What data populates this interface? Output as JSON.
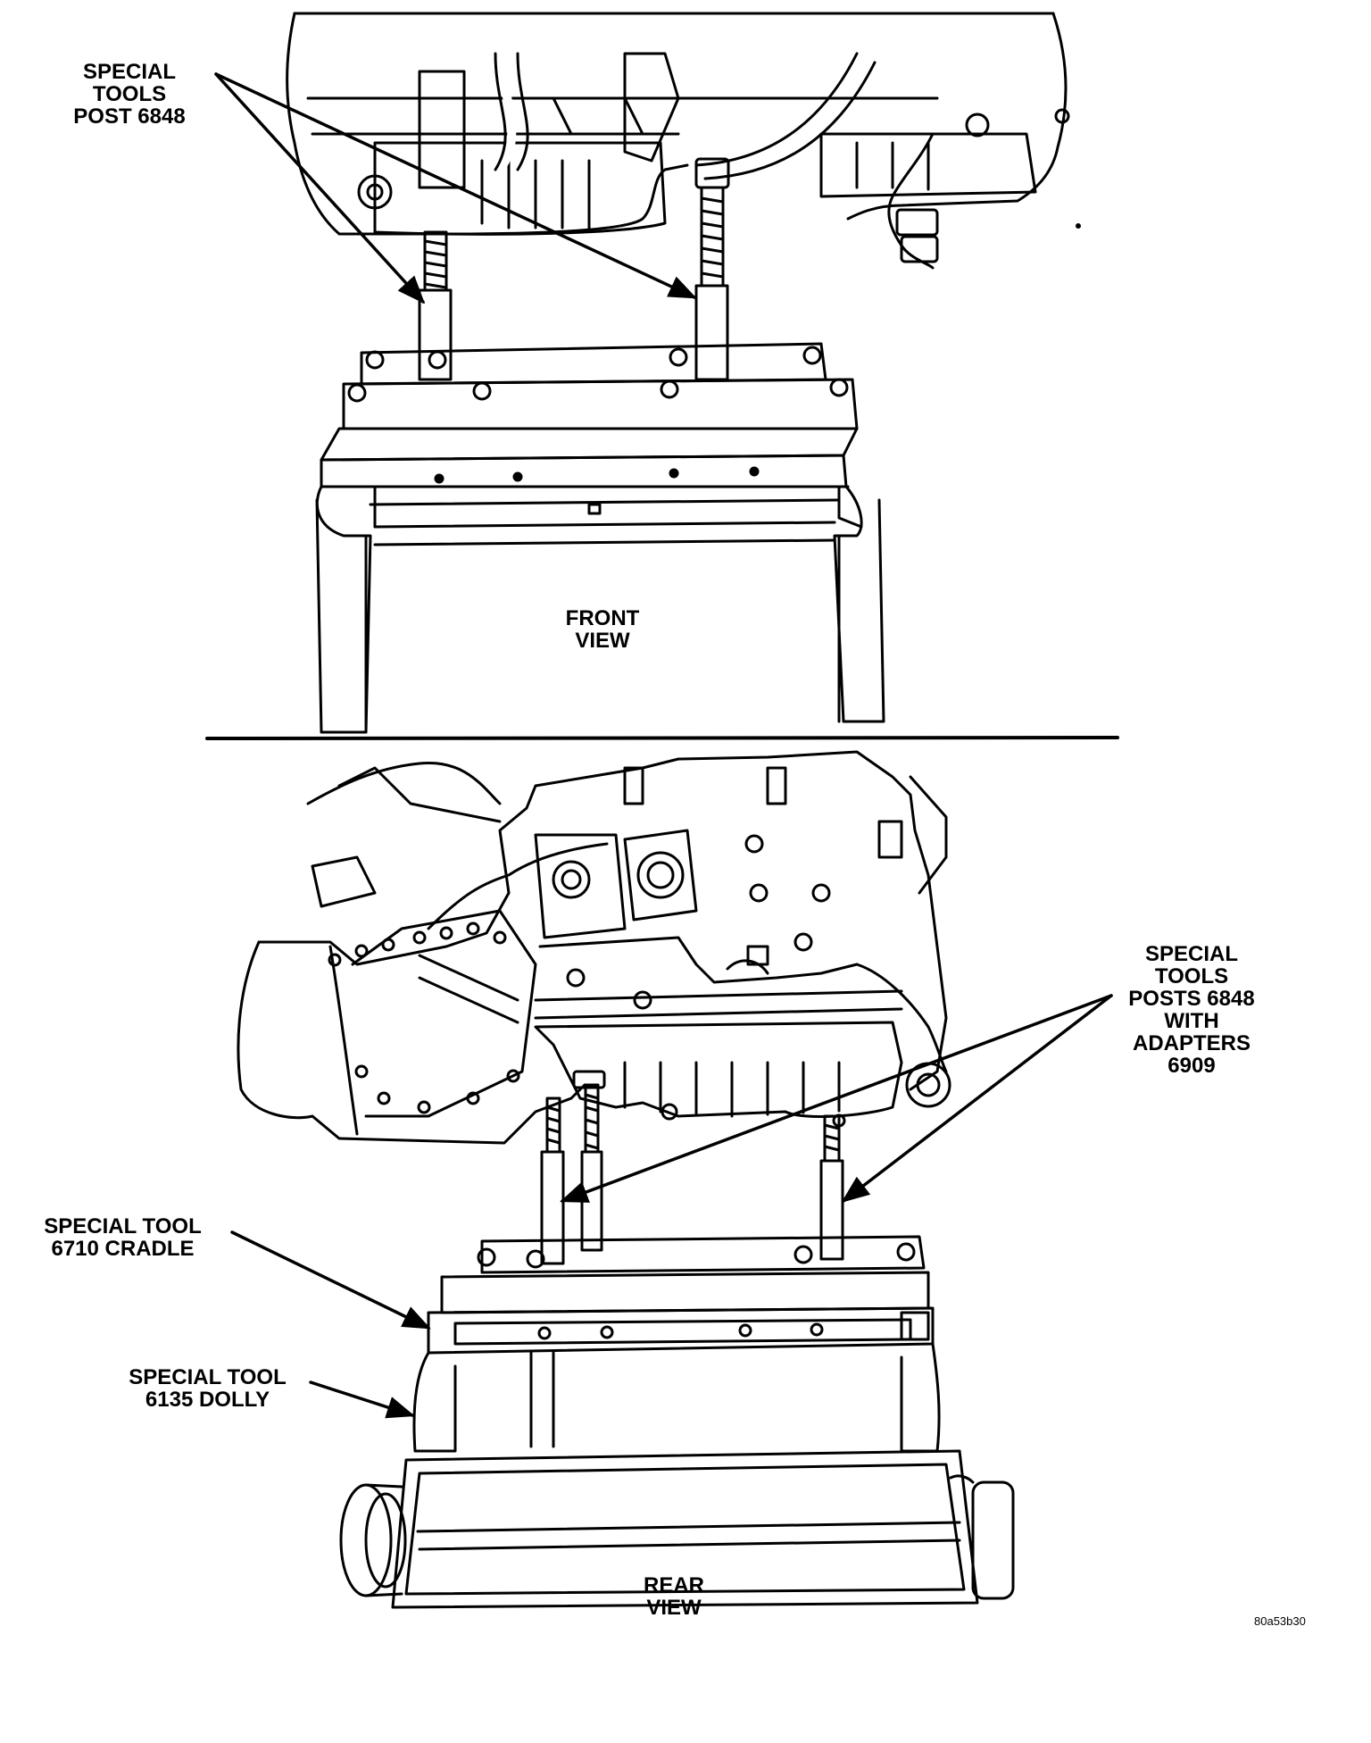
{
  "front_view": {
    "label": [
      "FRONT",
      "VIEW"
    ],
    "callout_posts": [
      "SPECIAL",
      "TOOLS",
      "POST 6848"
    ]
  },
  "rear_view": {
    "label": [
      "REAR",
      "VIEW"
    ],
    "callout_posts_adapters": [
      "SPECIAL",
      "TOOLS",
      "POSTS 6848",
      "WITH",
      "ADAPTERS",
      "6909"
    ],
    "callout_cradle": [
      "SPECIAL TOOL",
      "6710 CRADLE"
    ],
    "callout_dolly": [
      "SPECIAL TOOL",
      "6135 DOLLY"
    ]
  },
  "figure_ref": "80a53b30"
}
